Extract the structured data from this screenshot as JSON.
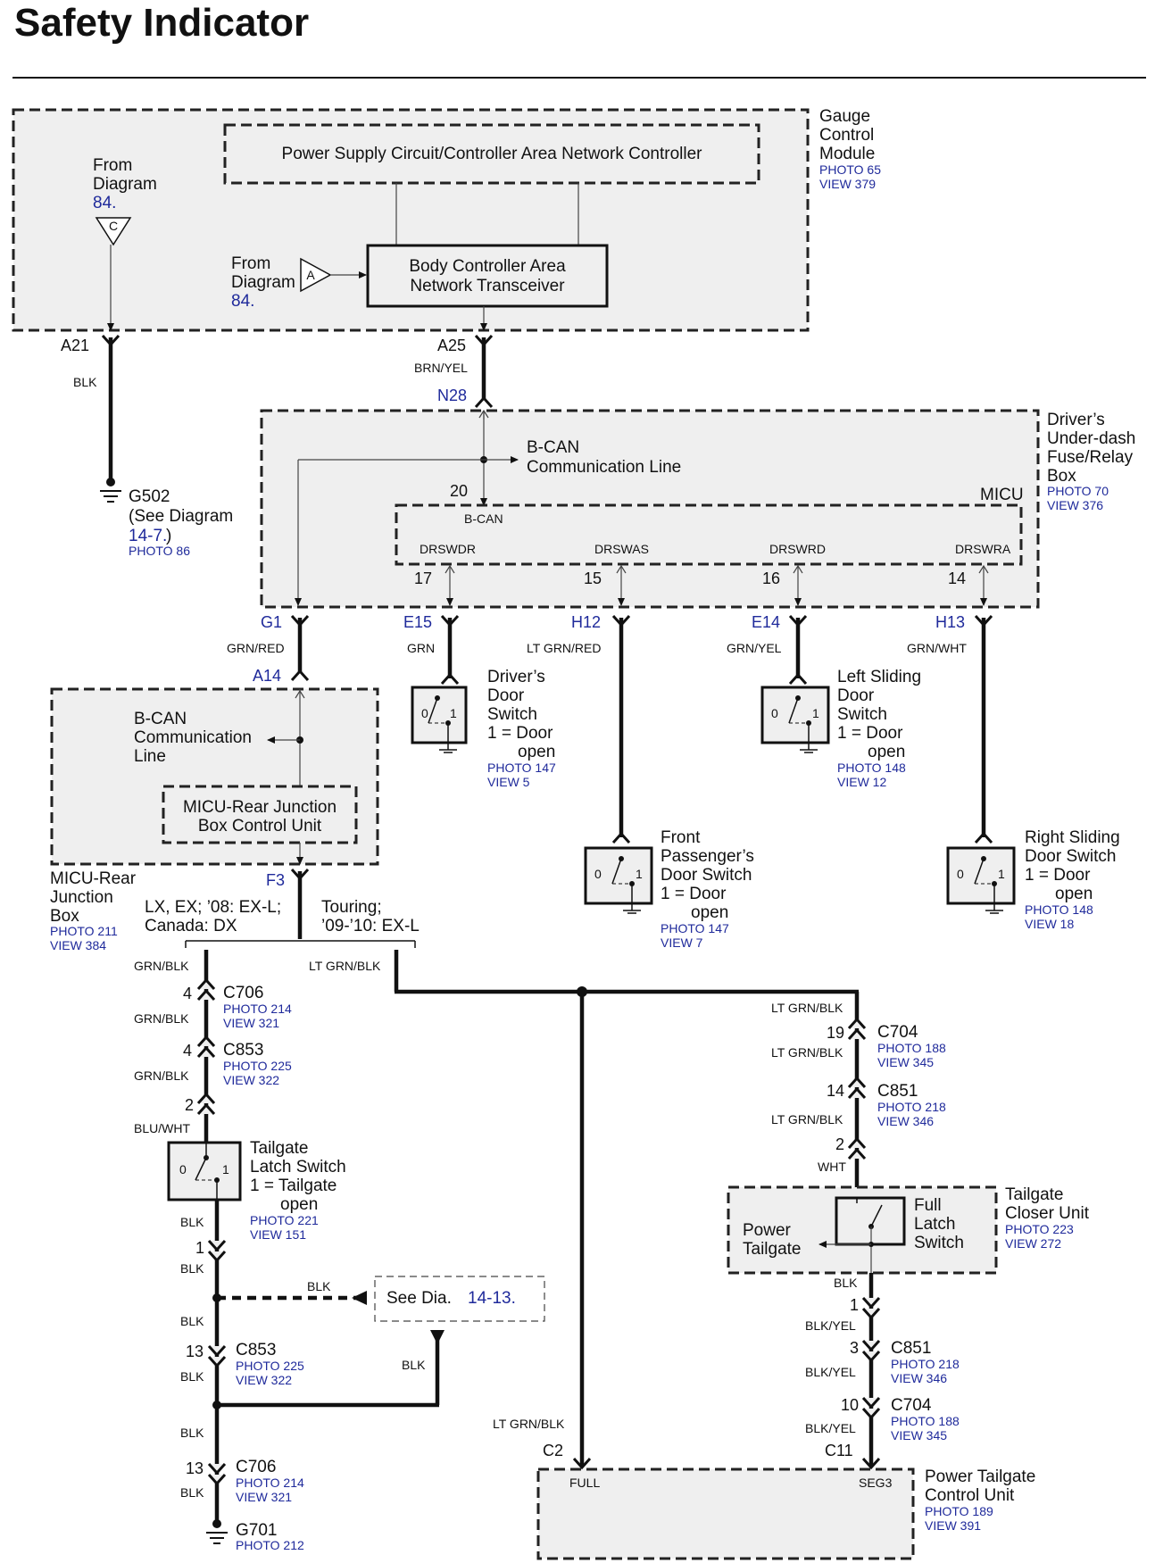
{
  "page": {
    "title": "Safety Indicator"
  },
  "gauge": {
    "name": [
      "Gauge",
      "Control",
      "Module"
    ],
    "photo": "PHOTO 65",
    "view": "VIEW 379",
    "power_supply": "Power Supply Circuit/Controller Area Network Controller",
    "transceiver": [
      "Body Controller Area",
      "Network Transceiver"
    ],
    "from_c": {
      "lines": [
        "From",
        "Diagram"
      ],
      "ref": "84.",
      "marker": "C"
    },
    "from_a": {
      "lines": [
        "From",
        "Diagram"
      ],
      "ref": "84.",
      "marker": "A"
    },
    "pin_a21": "A21",
    "pin_a25": "A25"
  },
  "ground_g502": {
    "wire": "BLK",
    "name": "G502",
    "see": "(See Diagram",
    "ref": "14-7.",
    "ref_suffix": ")",
    "photo": "PHOTO 86"
  },
  "micu": {
    "wire_in": "BRN/YEL",
    "pin_n28": "N28",
    "box_name": [
      "Driver’s",
      "Under-dash",
      "Fuse/Relay",
      "Box"
    ],
    "photo": "PHOTO 70",
    "view": "VIEW 376",
    "bcan_label": [
      "B-CAN",
      "Communication Line"
    ],
    "pin20": "20",
    "micu_label": "MICU",
    "bcan_small": "B-CAN",
    "signals": [
      "DRSWDR",
      "DRSWAS",
      "DRSWRD",
      "DRSWRA"
    ],
    "pins": [
      "17",
      "15",
      "16",
      "14"
    ],
    "connectors": [
      "G1",
      "E15",
      "H12",
      "E14",
      "H13"
    ],
    "wires": [
      "GRN/RED",
      "GRN",
      "LT GRN/RED",
      "GRN/YEL",
      "GRN/WHT"
    ]
  },
  "switches": {
    "drivers": {
      "name": [
        "Driver’s",
        "Door",
        "Switch",
        "1 = Door",
        "open"
      ],
      "photo": "PHOTO 147",
      "view": "VIEW 5"
    },
    "left_sliding": {
      "name": [
        "Left Sliding",
        "Door",
        "Switch",
        "1 = Door",
        "open"
      ],
      "photo": "PHOTO 148",
      "view": "VIEW 12"
    },
    "front_pass": {
      "name": [
        "Front",
        "Passenger’s",
        "Door Switch",
        "1 = Door",
        "open"
      ],
      "photo": "PHOTO 147",
      "view": "VIEW 7"
    },
    "right_sliding": {
      "name": [
        "Right Sliding",
        "Door Switch",
        "1 = Door",
        "open"
      ],
      "photo": "PHOTO 148",
      "view": "VIEW 18"
    },
    "pos0": "0",
    "pos1": "1"
  },
  "rear_jb": {
    "pin_a14": "A14",
    "bcan_label": [
      "B-CAN",
      "Communication",
      "Line"
    ],
    "unit": [
      "MICU-Rear Junction",
      "Box Control Unit"
    ],
    "name": [
      "MICU-Rear",
      "Junction",
      "Box"
    ],
    "photo": "PHOTO 211",
    "view": "VIEW 384",
    "pin_f3": "F3",
    "variant_left": [
      "LX, EX; ’08: EX-L;",
      "Canada: DX"
    ],
    "variant_right": [
      "Touring;",
      "’09-’10: EX-L"
    ]
  },
  "left_branch": {
    "wire_top": "GRN/BLK",
    "c706": {
      "pin": "4",
      "name": "C706",
      "photo": "PHOTO 214",
      "view": "VIEW 321"
    },
    "wire2": "GRN/BLK",
    "c853": {
      "pin": "4",
      "name": "C853",
      "photo": "PHOTO 225",
      "view": "VIEW 322"
    },
    "wire3": "GRN/BLK",
    "pin2": "2",
    "wire4": "BLU/WHT",
    "latch": {
      "name": [
        "Tailgate",
        "Latch Switch",
        "1 = Tailgate",
        "open"
      ],
      "photo": "PHOTO 221",
      "view": "VIEW 151"
    },
    "wire5": "BLK",
    "pin1": "1",
    "wire6": "BLK",
    "see_dia": {
      "text": "See  Dia.",
      "ref": "14-13.",
      "wire": "BLK",
      "wire_down": "BLK"
    },
    "wire7": "BLK",
    "c853b": {
      "pin": "13",
      "name": "C853",
      "photo": "PHOTO 225",
      "view": "VIEW 322"
    },
    "wire8": "BLK",
    "wire9": "BLK",
    "c706b": {
      "pin": "13",
      "name": "C706",
      "photo": "PHOTO 214",
      "view": "VIEW 321"
    },
    "wire10": "BLK",
    "g701": {
      "name": "G701",
      "photo": "PHOTO 212"
    }
  },
  "right_branch": {
    "wire_top": "LT GRN/BLK",
    "wire1": "LT GRN/BLK",
    "c704": {
      "pin": "19",
      "name": "C704",
      "photo": "PHOTO 188",
      "view": "VIEW 345"
    },
    "wire2": "LT GRN/BLK",
    "c851": {
      "pin": "14",
      "name": "C851",
      "photo": "PHOTO 218",
      "view": "VIEW 346"
    },
    "wire3": "LT GRN/BLK",
    "pin2": "2",
    "wire4": "WHT",
    "closer": {
      "name": [
        "Tailgate",
        "Closer Unit"
      ],
      "photo": "PHOTO 223",
      "view": "VIEW 272",
      "power": [
        "Power",
        "Tailgate"
      ],
      "latch": [
        "Full",
        "Latch",
        "Switch"
      ]
    },
    "wire5": "BLK",
    "pin1": "1",
    "wire6": "BLK/YEL",
    "c851b": {
      "pin": "3",
      "name": "C851",
      "photo": "PHOTO 218",
      "view": "VIEW 346"
    },
    "wire7": "BLK/YEL",
    "c704b": {
      "pin": "10",
      "name": "C704",
      "photo": "PHOTO 188",
      "view": "VIEW 345"
    },
    "wire8": "BLK/YEL",
    "wire_full": "LT GRN/BLK"
  },
  "ptcu": {
    "pin_c2": "C2",
    "pin_c11": "C11",
    "full": "FULL",
    "seg3": "SEG3",
    "name": [
      "Power Tailgate",
      "Control Unit"
    ],
    "photo": "PHOTO 189",
    "view": "VIEW 391"
  }
}
